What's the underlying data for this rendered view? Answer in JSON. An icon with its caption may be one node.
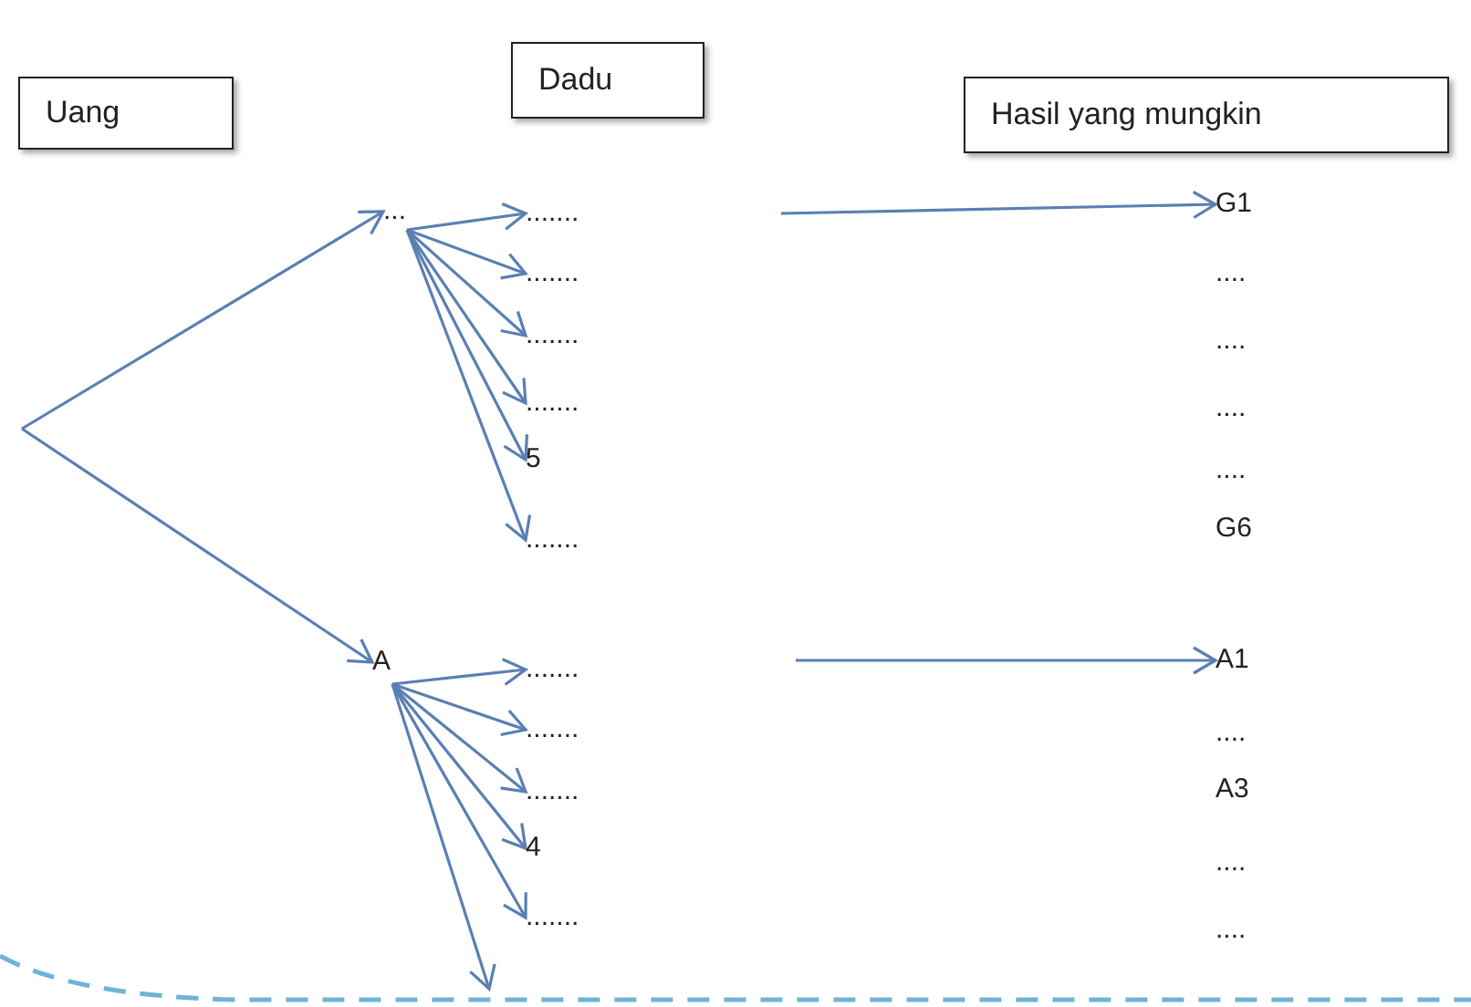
{
  "diagram": {
    "nodes": [
      {
        "text": [
          "Uang"
        ]
      },
      {
        "text": [
          "Dadu"
        ]
      },
      {
        "text": [
          "Hasil yang mungkin"
        ]
      },
      {
        "text": [
          "..."
        ]
      },
      {
        "text": [
          "A"
        ]
      },
      {
        "text": [
          "......."
        ]
      },
      {
        "text": [
          "......."
        ]
      },
      {
        "text": [
          "......."
        ]
      },
      {
        "text": [
          "......."
        ]
      },
      {
        "text": [
          "5"
        ]
      },
      {
        "text": [
          "......."
        ]
      },
      {
        "text": [
          "......."
        ]
      },
      {
        "text": [
          "......."
        ]
      },
      {
        "text": [
          "......."
        ]
      },
      {
        "text": [
          "4"
        ]
      },
      {
        "text": [
          "......."
        ]
      },
      {
        "text": [
          "G1"
        ]
      },
      {
        "text": [
          "...."
        ]
      },
      {
        "text": [
          "...."
        ]
      },
      {
        "text": [
          "...."
        ]
      },
      {
        "text": [
          "...."
        ]
      },
      {
        "text": [
          "G6"
        ]
      },
      {
        "text": [
          "A1"
        ]
      },
      {
        "text": [
          "...."
        ]
      },
      {
        "text": [
          "A3"
        ]
      },
      {
        "text": [
          "...."
        ]
      },
      {
        "text": [
          "...."
        ]
      }
    ],
    "edges": [
      {
        "from": null,
        "to": 3,
        "arrow": "to"
      },
      {
        "from": null,
        "to": 4,
        "arrow": "to"
      },
      {
        "from": 3,
        "to": 5,
        "arrow": "to"
      },
      {
        "from": 3,
        "to": 6,
        "arrow": "to"
      },
      {
        "from": 3,
        "to": 7,
        "arrow": "to"
      },
      {
        "from": 3,
        "to": 8,
        "arrow": "to"
      },
      {
        "from": 3,
        "to": 9,
        "arrow": "to"
      },
      {
        "from": 3,
        "to": 10,
        "arrow": "to"
      },
      {
        "from": 4,
        "to": 11,
        "arrow": "to"
      },
      {
        "from": 4,
        "to": 12,
        "arrow": "to"
      },
      {
        "from": 4,
        "to": 13,
        "arrow": "to"
      },
      {
        "from": 4,
        "to": 14,
        "arrow": "to"
      },
      {
        "from": 4,
        "to": 15,
        "arrow": "to"
      },
      {
        "from": 4,
        "to": null,
        "arrow": "to"
      },
      {
        "from": null,
        "to": 16,
        "arrow": "to"
      },
      {
        "from": null,
        "to": 22,
        "arrow": "to"
      }
    ]
  }
}
